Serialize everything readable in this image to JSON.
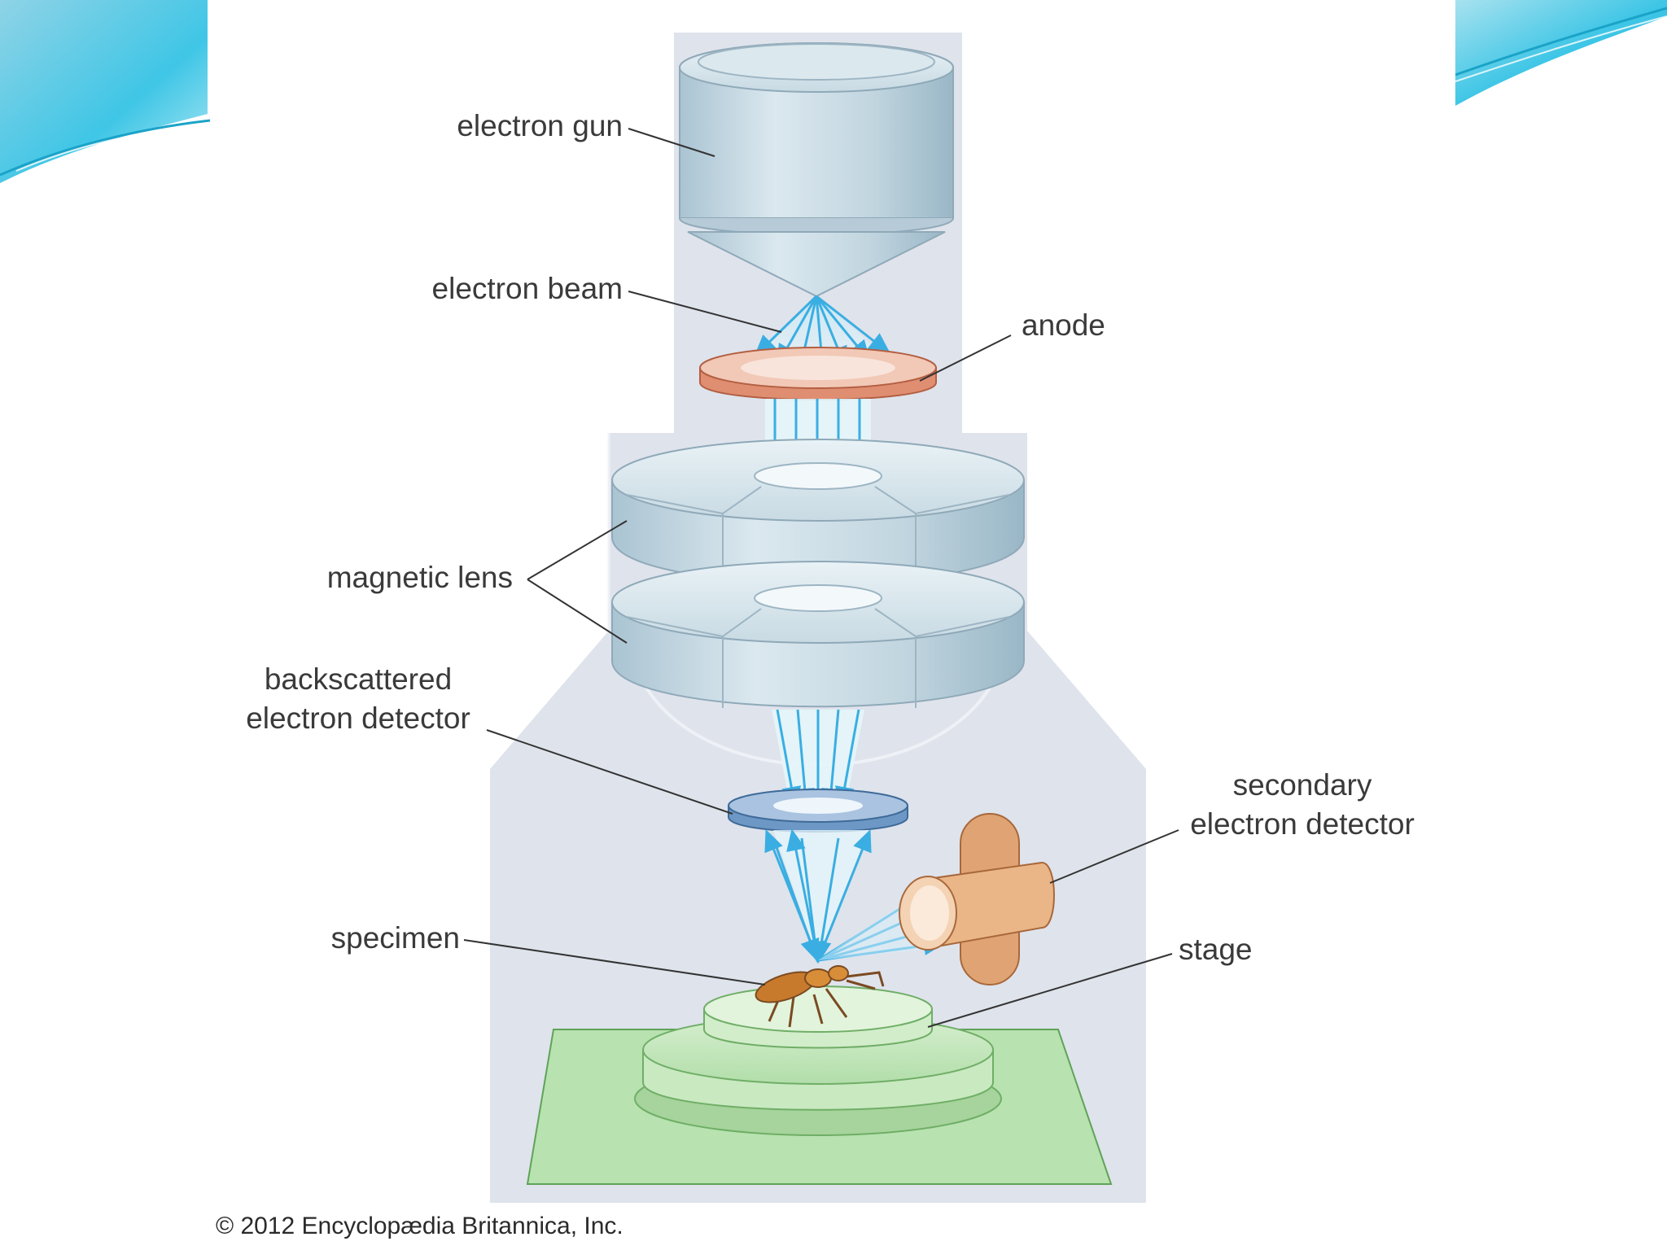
{
  "labels": {
    "electron_gun": "electron gun",
    "electron_beam": "electron beam",
    "anode": "anode",
    "magnetic_lens": "magnetic lens",
    "backscattered_line1": "backscattered",
    "backscattered_line2": "electron detector",
    "secondary_line1": "secondary",
    "secondary_line2": "electron detector",
    "specimen": "specimen",
    "stage": "stage"
  },
  "copyright": "© 2012 Encyclopædia Britannica, Inc.",
  "colors": {
    "housing": "#dfe3ec",
    "column_metal": "#c5d8e2",
    "anode": "#e89a7e",
    "beam": "#49b8e8",
    "detector_ring": "#7fa4cc",
    "secondary_detector": "#e0a474",
    "stage": "#b8e2b0",
    "slide_accent": "#3fc6e6"
  }
}
